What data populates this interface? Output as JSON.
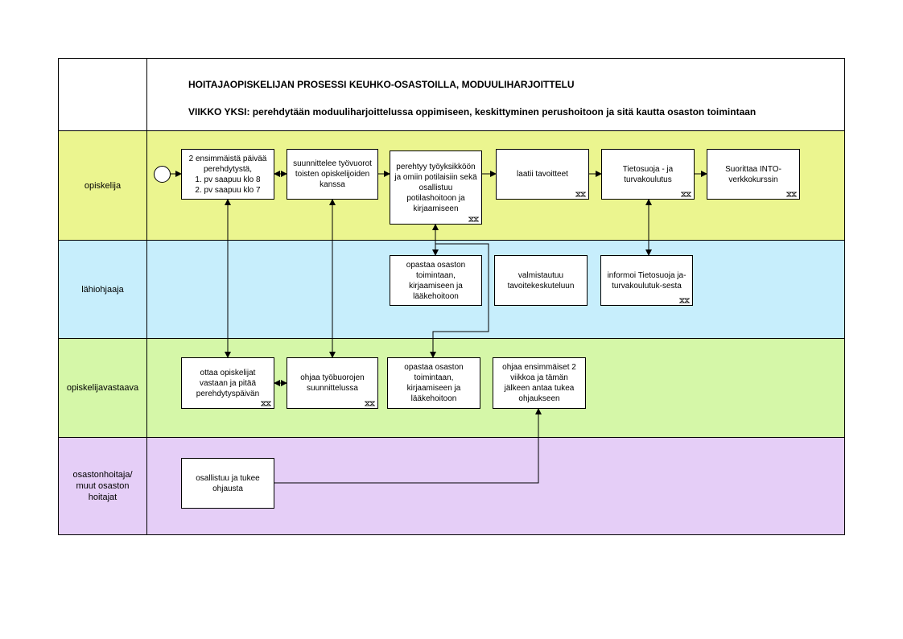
{
  "header": {
    "title": "HOITAJAOPISKELIJAN PROSESSI KEUHKO-OSASTOILLA, MODUULIHARJOITTELU",
    "subtitle": "VIIKKO YKSI: perehdytään moduuliharjoittelussa oppimiseen, keskittyminen perushoitoon ja sitä kautta osaston toimintaan"
  },
  "lanes": [
    {
      "label": "opiskelija",
      "color": "#ebf58f"
    },
    {
      "label": "lähiohjaaja",
      "color": "#c7eefc"
    },
    {
      "label": "opiskelijavastaava",
      "color": "#d5f7a8"
    },
    {
      "label": "osastonhoitaja/ muut osaston hoitajat",
      "color": "#e5cef7"
    }
  ],
  "tasks": {
    "o1": "2 ensimmäistä päivää perehdytystä,\n1. pv saapuu klo 8\n2. pv saapuu klo 7",
    "o2": "suunnittelee työvuorot toisten opiskelijoiden kanssa",
    "o3": "perehtyy työyksikköön ja omiin potilaisiin sekä osallistuu potilashoitoon ja kirjaamiseen",
    "o4": "laatii tavoitteet",
    "o5": "Tietosuoja - ja turvakoulutus",
    "o6": "Suorittaa INTO-verkkokurssin",
    "l1": "opastaa osaston toimintaan, kirjaamiseen ja lääkehoitoon",
    "l2": "valmistautuu tavoitekeskuteluun",
    "l3": "informoi Tietosuoja ja- turvakoulutuk-sesta",
    "v1": "ottaa opiskelijat vastaan ja pitää perehdytyspäivän",
    "v2": "ohjaa työbuorojen suunnittelussa",
    "v3": "opastaa osaston toimintaan, kirjaamiseen ja lääkehoitoon",
    "v4": "ohjaa ensimmäiset 2 viikkoa ja tämän jälkeen antaa tukea ohjaukseen",
    "h1": "osallistuu ja tukee ohjausta"
  },
  "icons": {
    "start_event": "start-circle",
    "subprocess": "subprocess-marker-icon"
  }
}
